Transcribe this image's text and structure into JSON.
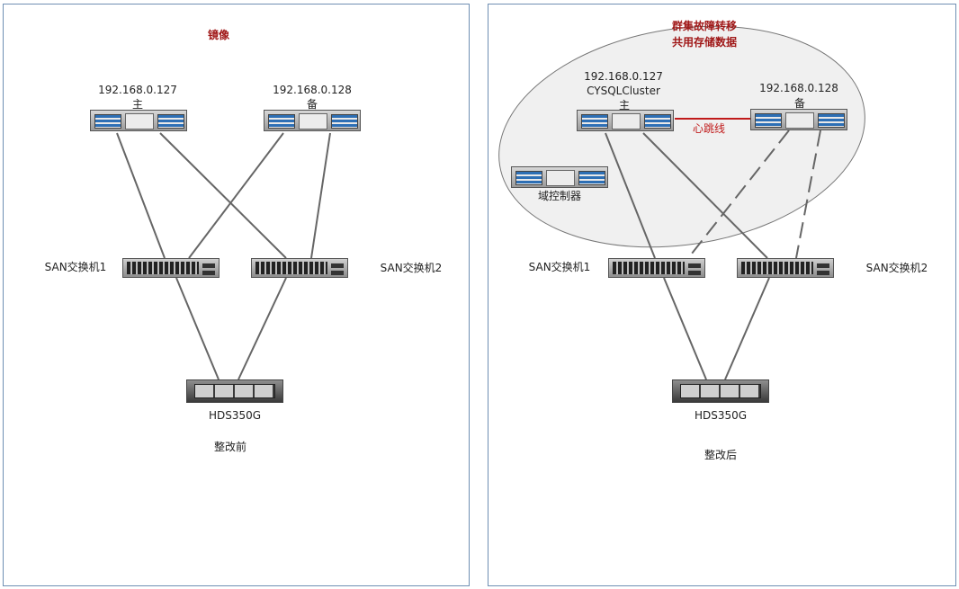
{
  "left": {
    "title": "镜像",
    "server1": {
      "ip": "192.168.0.127",
      "role": "主"
    },
    "server2": {
      "ip": "192.168.0.128",
      "role": "备"
    },
    "switch1": "SAN交换机1",
    "switch2": "SAN交换机2",
    "storage": "HDS350G",
    "caption": "整改前"
  },
  "right": {
    "title_line1": "群集故障转移",
    "title_line2": "共用存储数据",
    "server1": {
      "ip": "192.168.0.127",
      "name": "CYSQLCluster",
      "role": "主"
    },
    "server2": {
      "ip": "192.168.0.128",
      "role": "备"
    },
    "heartbeat": "心跳线",
    "domain_controller": "域控制器",
    "switch1": "SAN交换机1",
    "switch2": "SAN交换机2",
    "storage": "HDS350G",
    "caption": "整改后"
  },
  "colors": {
    "panel_border": "#6f8fb3",
    "link": "#666666",
    "heartbeat": "#c01a1a",
    "title": "#a01818",
    "cluster_fill": "#f0f0f0"
  }
}
